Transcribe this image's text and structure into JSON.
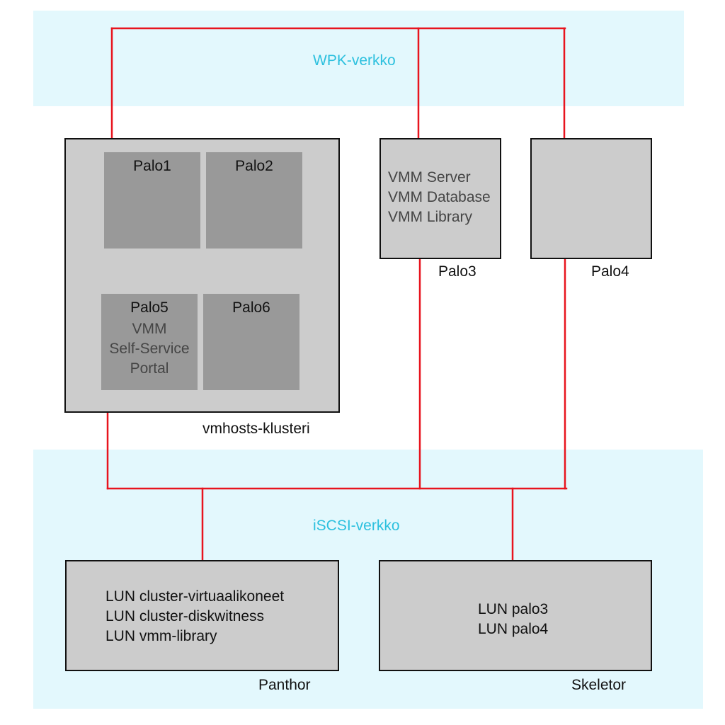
{
  "networks": {
    "wpk": "WPK-verkko",
    "iscsi": "iSCSI-verkko"
  },
  "cluster": {
    "caption": "vmhosts-klusteri",
    "blades": [
      {
        "name": "Palo1"
      },
      {
        "name": "Palo2"
      },
      {
        "name": "Palo5",
        "roles": [
          "VMM",
          "Self-Service",
          "Portal"
        ]
      },
      {
        "name": "Palo6"
      }
    ]
  },
  "palo3": {
    "caption": "Palo3",
    "roles": [
      "VMM Server",
      "VMM Database",
      "VMM Library"
    ]
  },
  "palo4": {
    "caption": "Palo4"
  },
  "panthor": {
    "caption": "Panthor",
    "luns": [
      "LUN cluster-virtuaalikoneet",
      "LUN cluster-diskwitness",
      "LUN vmm-library"
    ]
  },
  "skeletor": {
    "caption": "Skeletor",
    "luns": [
      "LUN palo3",
      "LUN palo4"
    ]
  },
  "colors": {
    "network_band": "#e3f8fd",
    "network_label": "#2cc0de",
    "cable": "#e8141e",
    "server_box": "#cccccc",
    "blade": "#999999"
  }
}
